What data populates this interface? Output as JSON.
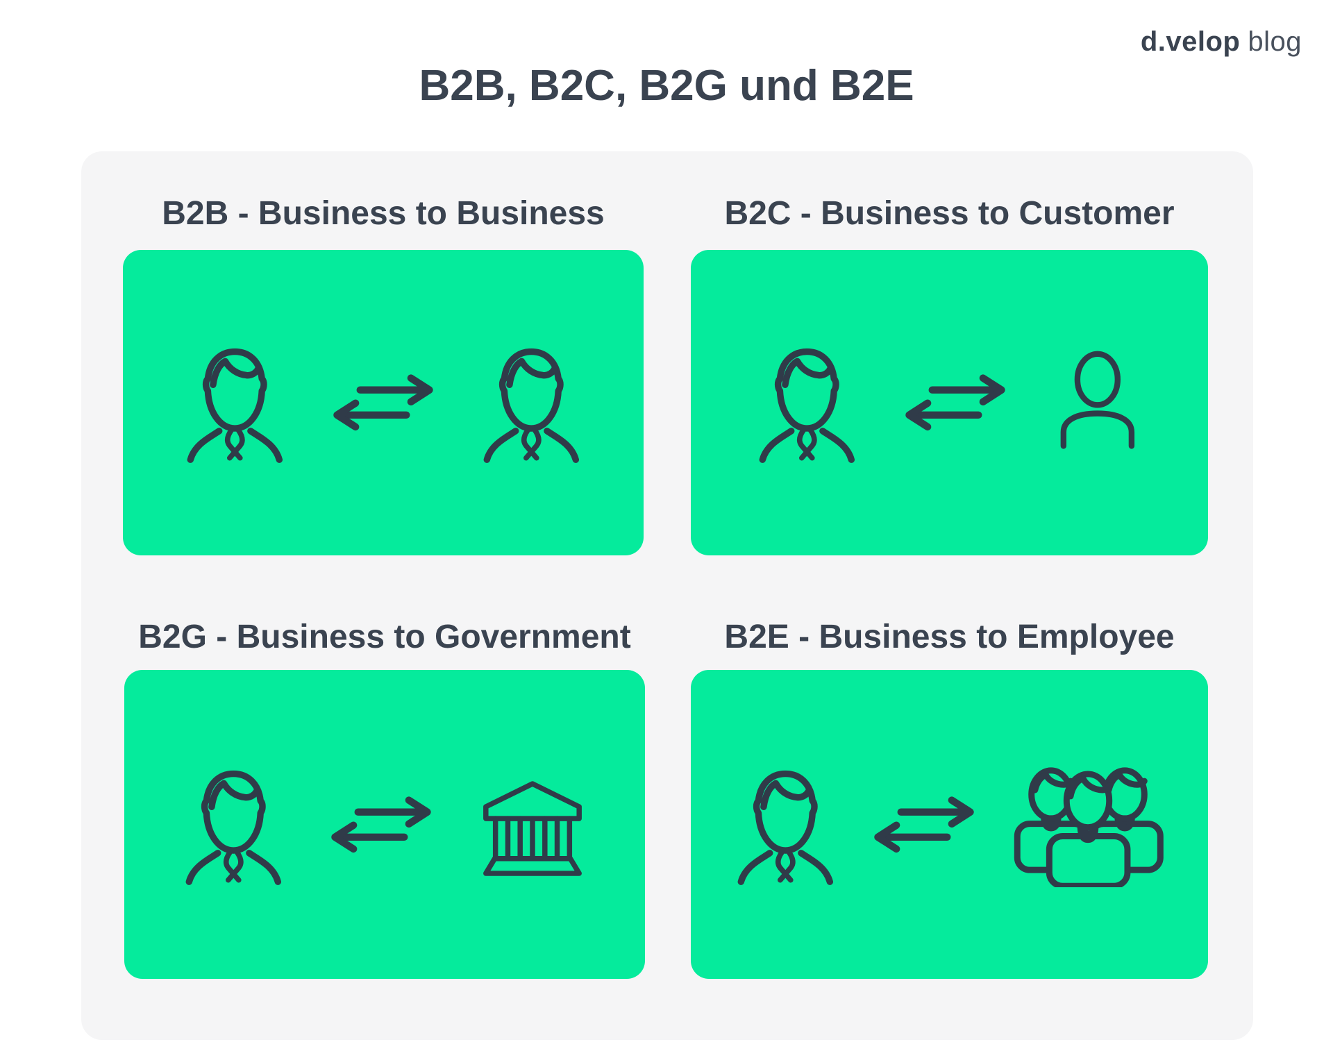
{
  "logo": {
    "brand": "d.velop",
    "suffix": "blog"
  },
  "title": {
    "text": "B2B, B2C, B2G und B2E"
  },
  "colors": {
    "card_green": "#05EB9C",
    "icon_stroke": "#303B49",
    "heading_text": "#3A4350",
    "panel_background": "#F5F5F6",
    "page_background": "#FFFFFF"
  },
  "cards": [
    {
      "id": "b2b",
      "heading": "B2B - Business to Business",
      "left_icon": "businessman-icon",
      "center_icon": "exchange-arrows-icon",
      "right_icon": "businessman-icon"
    },
    {
      "id": "b2c",
      "heading": "B2C - Business to Customer",
      "left_icon": "businessman-icon",
      "center_icon": "exchange-arrows-icon",
      "right_icon": "person-icon"
    },
    {
      "id": "b2g",
      "heading": "B2G - Business to Government",
      "left_icon": "businessman-icon",
      "center_icon": "exchange-arrows-icon",
      "right_icon": "government-building-icon"
    },
    {
      "id": "b2e",
      "heading": "B2E - Business to Employee",
      "left_icon": "businessman-icon",
      "center_icon": "exchange-arrows-icon",
      "right_icon": "employee-group-icon"
    }
  ]
}
